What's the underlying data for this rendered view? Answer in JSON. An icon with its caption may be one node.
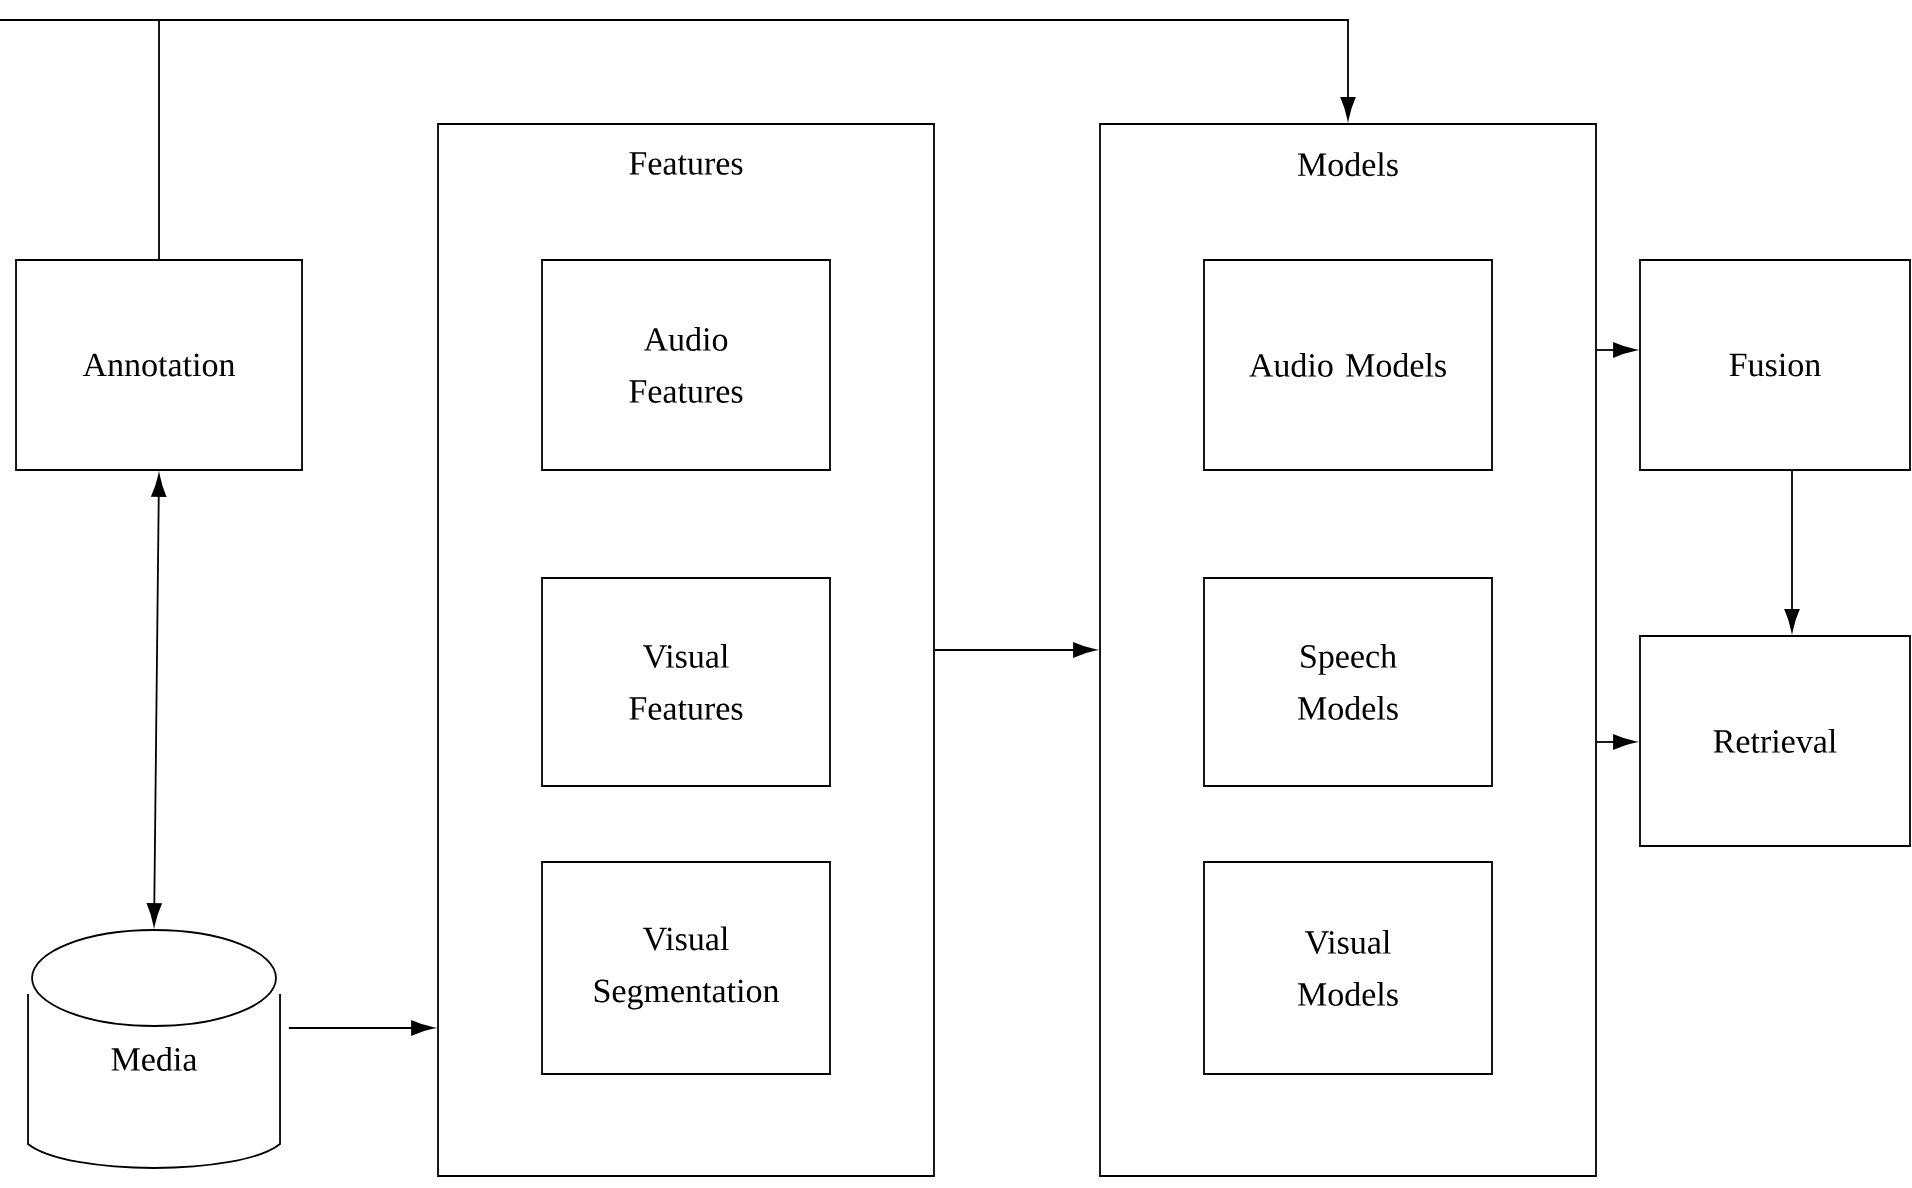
{
  "diagram": {
    "nodes": [
      {
        "text": [
          "Annotation"
        ]
      },
      {
        "text": [
          "Media"
        ]
      },
      {
        "text": [
          "Features"
        ]
      },
      {
        "text": [
          "Audio Features"
        ],
        "in": 2
      },
      {
        "text": [
          "Visual Features"
        ],
        "in": 2
      },
      {
        "text": [
          "Visual Segmentation"
        ],
        "in": 2
      },
      {
        "text": [
          "Models"
        ]
      },
      {
        "text": [
          "Audio Models"
        ],
        "in": 6
      },
      {
        "text": [
          "Speech Models"
        ],
        "in": 6
      },
      {
        "text": [
          "Visual Models"
        ],
        "in": 6
      },
      {
        "text": [
          "Fusion"
        ]
      },
      {
        "text": [
          "Retrieval"
        ]
      }
    ],
    "edges": [
      {
        "from": 0,
        "to": 1,
        "arrow": "both"
      },
      {
        "from": 0,
        "to": 6,
        "arrow": "to"
      },
      {
        "from": 1,
        "to": 2,
        "arrow": "to"
      },
      {
        "from": 2,
        "to": 6,
        "arrow": "to"
      },
      {
        "from": 6,
        "to": 10,
        "arrow": "to"
      },
      {
        "from": 6,
        "to": 11,
        "arrow": "to"
      },
      {
        "from": 10,
        "to": 11,
        "arrow": "to"
      }
    ]
  }
}
